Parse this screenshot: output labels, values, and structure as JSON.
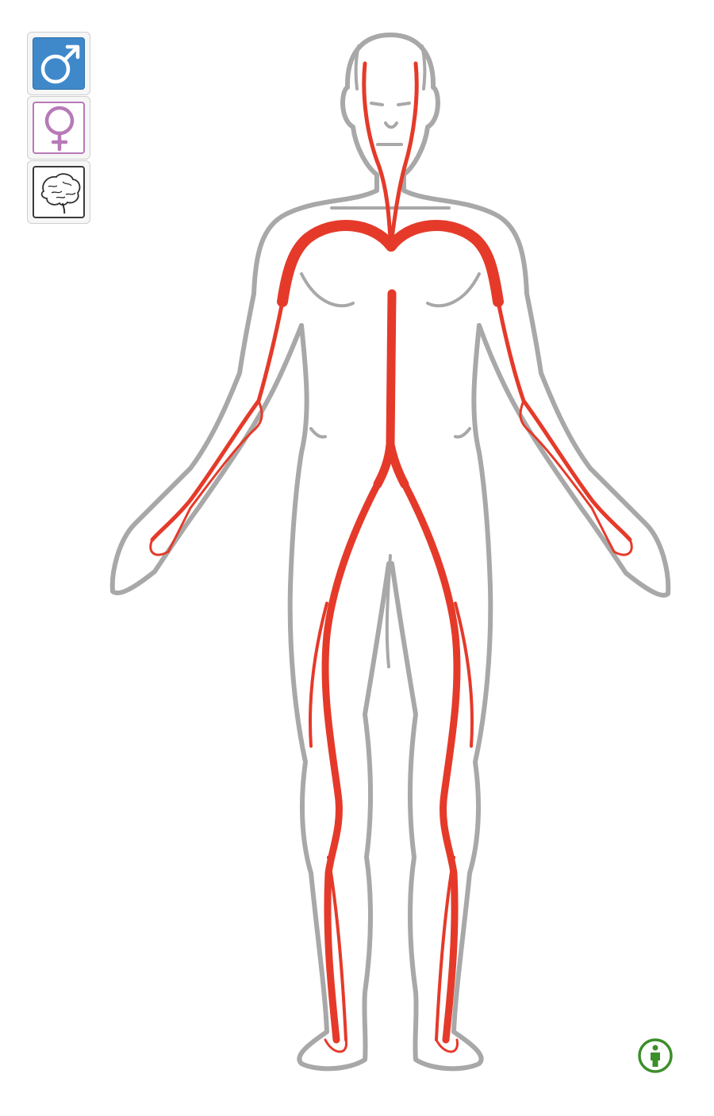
{
  "view": {
    "selected_sex": "male",
    "layer": "arteries"
  },
  "toolbar": {
    "buttons": [
      {
        "id": "male",
        "icon": "male-symbol-icon",
        "selected": true,
        "color": "#3f89cb"
      },
      {
        "id": "female",
        "icon": "female-symbol-icon",
        "selected": false,
        "color": "#b77ab8"
      },
      {
        "id": "brain",
        "icon": "brain-icon",
        "selected": false,
        "color": "#3a3a3a"
      }
    ]
  },
  "figure": {
    "body_outline_color": "#a8a8a8",
    "artery_color": "#e53a2a"
  },
  "info_button": {
    "icon": "person-info-icon",
    "color": "#3c8f2a"
  }
}
